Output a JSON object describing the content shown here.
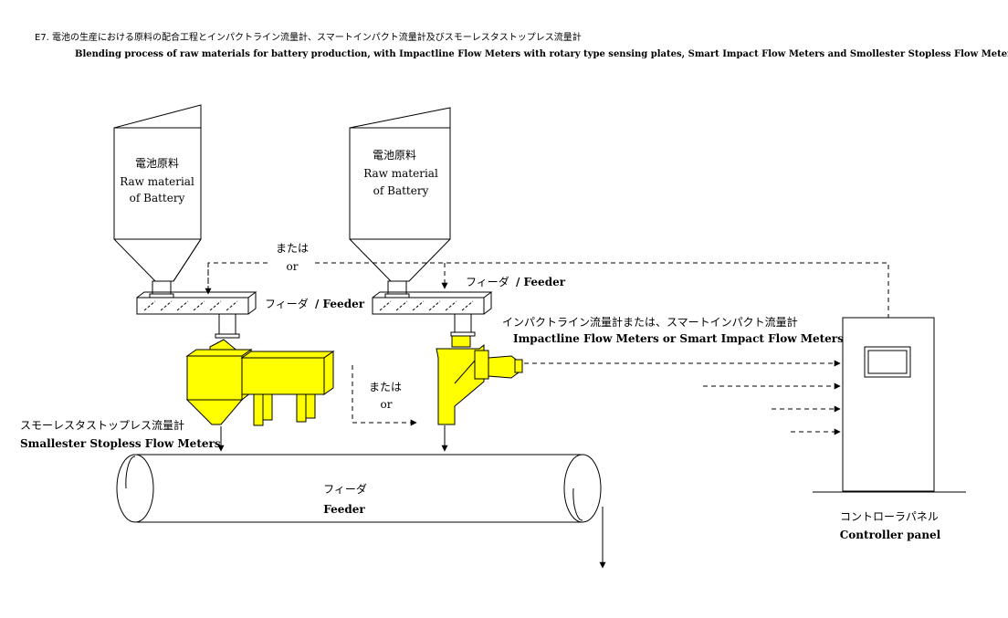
{
  "title": {
    "jp": "E7. 電池の生産における原料の配合工程とインパクトライン流量計、スマートインパクト流量計及びスモーレスタストップレス流量計",
    "en": "Blending process of raw materials for battery production, with Impactline Flow Meters with rotary type sensing plates, Smart Impact Flow Meters and Smollester Stopless Flow Meters."
  },
  "hopper_left": {
    "jp": "電池原料",
    "en1": "Raw material",
    "en2": "of Battery"
  },
  "hopper_right": {
    "jp": "電池原料",
    "en1": "Raw material",
    "en2": "of Battery"
  },
  "or_top": {
    "jp": "または",
    "en": "or"
  },
  "or_middle": {
    "jp": "または",
    "en": "or"
  },
  "feeder_left": {
    "jp": "フィーダ",
    "en": "/ Feeder"
  },
  "feeder_right": {
    "jp": "フィーダ",
    "en": "/ Feeder"
  },
  "impact_meter": {
    "jp": "インパクトライン流量計または、スマートインパクト流量計",
    "en": "Impactline Flow Meters or Smart Impact Flow Meters"
  },
  "stopless_meter": {
    "jp": "スモーレスタストップレス流量計",
    "en": "Smallester Stopless Flow Meters"
  },
  "conveyor": {
    "jp": "フィーダ",
    "en": "Feeder"
  },
  "controller": {
    "jp": "コントローラパネル",
    "en": "Controller panel"
  },
  "colors": {
    "equipment": "#ffff00",
    "line": "#000000"
  }
}
